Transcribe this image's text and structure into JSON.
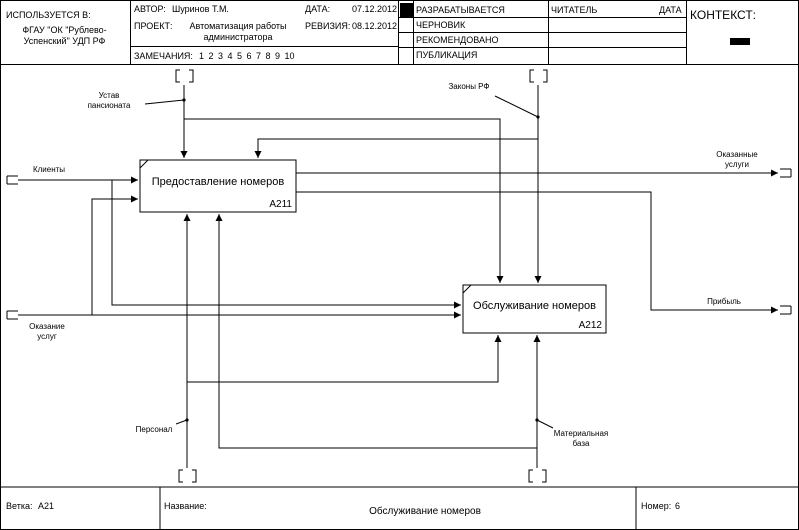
{
  "header": {
    "used_at_label": "ИСПОЛЬЗУЕТСЯ В:",
    "organization": "ФГАУ \"ОК \"Рублево-Успенский\" УДП РФ",
    "author_label": "АВТОР:",
    "author_value": "Шуринов Т.М.",
    "project_label": "ПРОЕКТ:",
    "project_value": "Автоматизация работы администратора",
    "date_label": "ДАТА:",
    "date_value": "07.12.2012",
    "revision_label": "РЕВИЗИЯ:",
    "revision_value": "08.12.2012",
    "notes_label": "ЗАМЕЧАНИЯ:",
    "notes_numbers": "1 2 3 4 5 6 7 8 9 10",
    "status": [
      "РАЗРАБАТЫВАЕТСЯ",
      "ЧЕРНОВИК",
      "РЕКОМЕНДОВАНО",
      "ПУБЛИКАЦИЯ"
    ],
    "reader_label": "ЧИТАТЕЛЬ",
    "reader_date_label": "ДАТА",
    "context_label": "КОНТЕКСТ:"
  },
  "boxes": {
    "a211": {
      "title": "Предоставление номеров",
      "number": "A211"
    },
    "a212": {
      "title": "Обслуживание номеров",
      "number": "A212"
    }
  },
  "arrows": {
    "ustav": "Устав пансионата",
    "zakony": "Законы РФ",
    "klienty": "Клиенты",
    "okazanie": "Оказание услуг",
    "okazannye": "Оказанные услуги",
    "pribyl": "Прибыль",
    "personal": "Персонал",
    "baza": "Материальная база"
  },
  "tunnel_marks": "[ ]",
  "footer": {
    "node_label": "Ветка:",
    "node_value": "A21",
    "title_label": "Название:",
    "title_value": "Обслуживание номеров",
    "number_label": "Номер:",
    "number_value": "6"
  }
}
